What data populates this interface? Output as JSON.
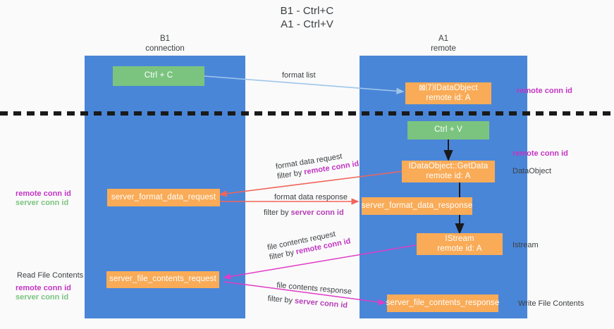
{
  "title": {
    "line1": "B1 - Ctrl+C",
    "line2": "A1 - Ctrl+V"
  },
  "lanes": [
    {
      "name": "B1",
      "subtitle": "connection"
    },
    {
      "name": "A1",
      "subtitle": "remote"
    }
  ],
  "nodes": {
    "ctrl_c": {
      "label": "Ctrl + C"
    },
    "ctrl_v": {
      "label": "Ctrl + V"
    },
    "idataobject": {
      "line1": "⊠⑺IDataObject",
      "line2": "remote id: A"
    },
    "getdata": {
      "line1": "IDataObject::GetData",
      "line2": "remote id: A"
    },
    "istream": {
      "line1": "IStream",
      "line2": "remote id: A"
    },
    "server_format_data_request": {
      "label": "server_format_data_request"
    },
    "server_format_data_response": {
      "label": "server_format_data_response"
    },
    "server_file_contents_request": {
      "label": "server_file_contents_request"
    },
    "server_file_contents_response": {
      "label": "server_file_contents_response"
    }
  },
  "edges": {
    "format_list": {
      "label": "format list"
    },
    "format_data_request": {
      "label": "format data request",
      "filter_prefix": "filter by ",
      "filter_key": "remote conn id"
    },
    "format_data_response": {
      "label": "format data response",
      "filter_prefix": "filter by ",
      "filter_key": "server conn id"
    },
    "file_contents_request": {
      "label": "file contents request",
      "filter_prefix": "filter by ",
      "filter_key": "remote conn id"
    },
    "file_contents_response": {
      "label": "file contents response",
      "filter_prefix": "filter by ",
      "filter_key": "server conn id"
    }
  },
  "annotations": {
    "right_remote_conn_id_top": "remote conn id",
    "right_remote_conn_id_mid": "remote conn id",
    "right_dataobject": "DataObject",
    "right_istream": "Istream",
    "right_write_file_contents": "Write File Contents",
    "left_remote_conn_id": "remote conn id",
    "left_server_conn_id": "server conn id",
    "left_read_file_contents": "Read File Contents",
    "left_remote_conn_id_2": "remote conn id",
    "left_server_conn_id_2": "server conn id"
  },
  "colors": {
    "lane": "#4a86d8",
    "node_orange": "#f9ab57",
    "node_green": "#7bc47f",
    "accent_purple": "#c335c3",
    "accent_green": "#7bc47f",
    "arrow_blue": "#9fc6ea",
    "arrow_red": "#f0655b",
    "arrow_magenta": "#e03cc6",
    "arrow_black": "#1a1a1a",
    "divider": "#1a1a1a"
  }
}
